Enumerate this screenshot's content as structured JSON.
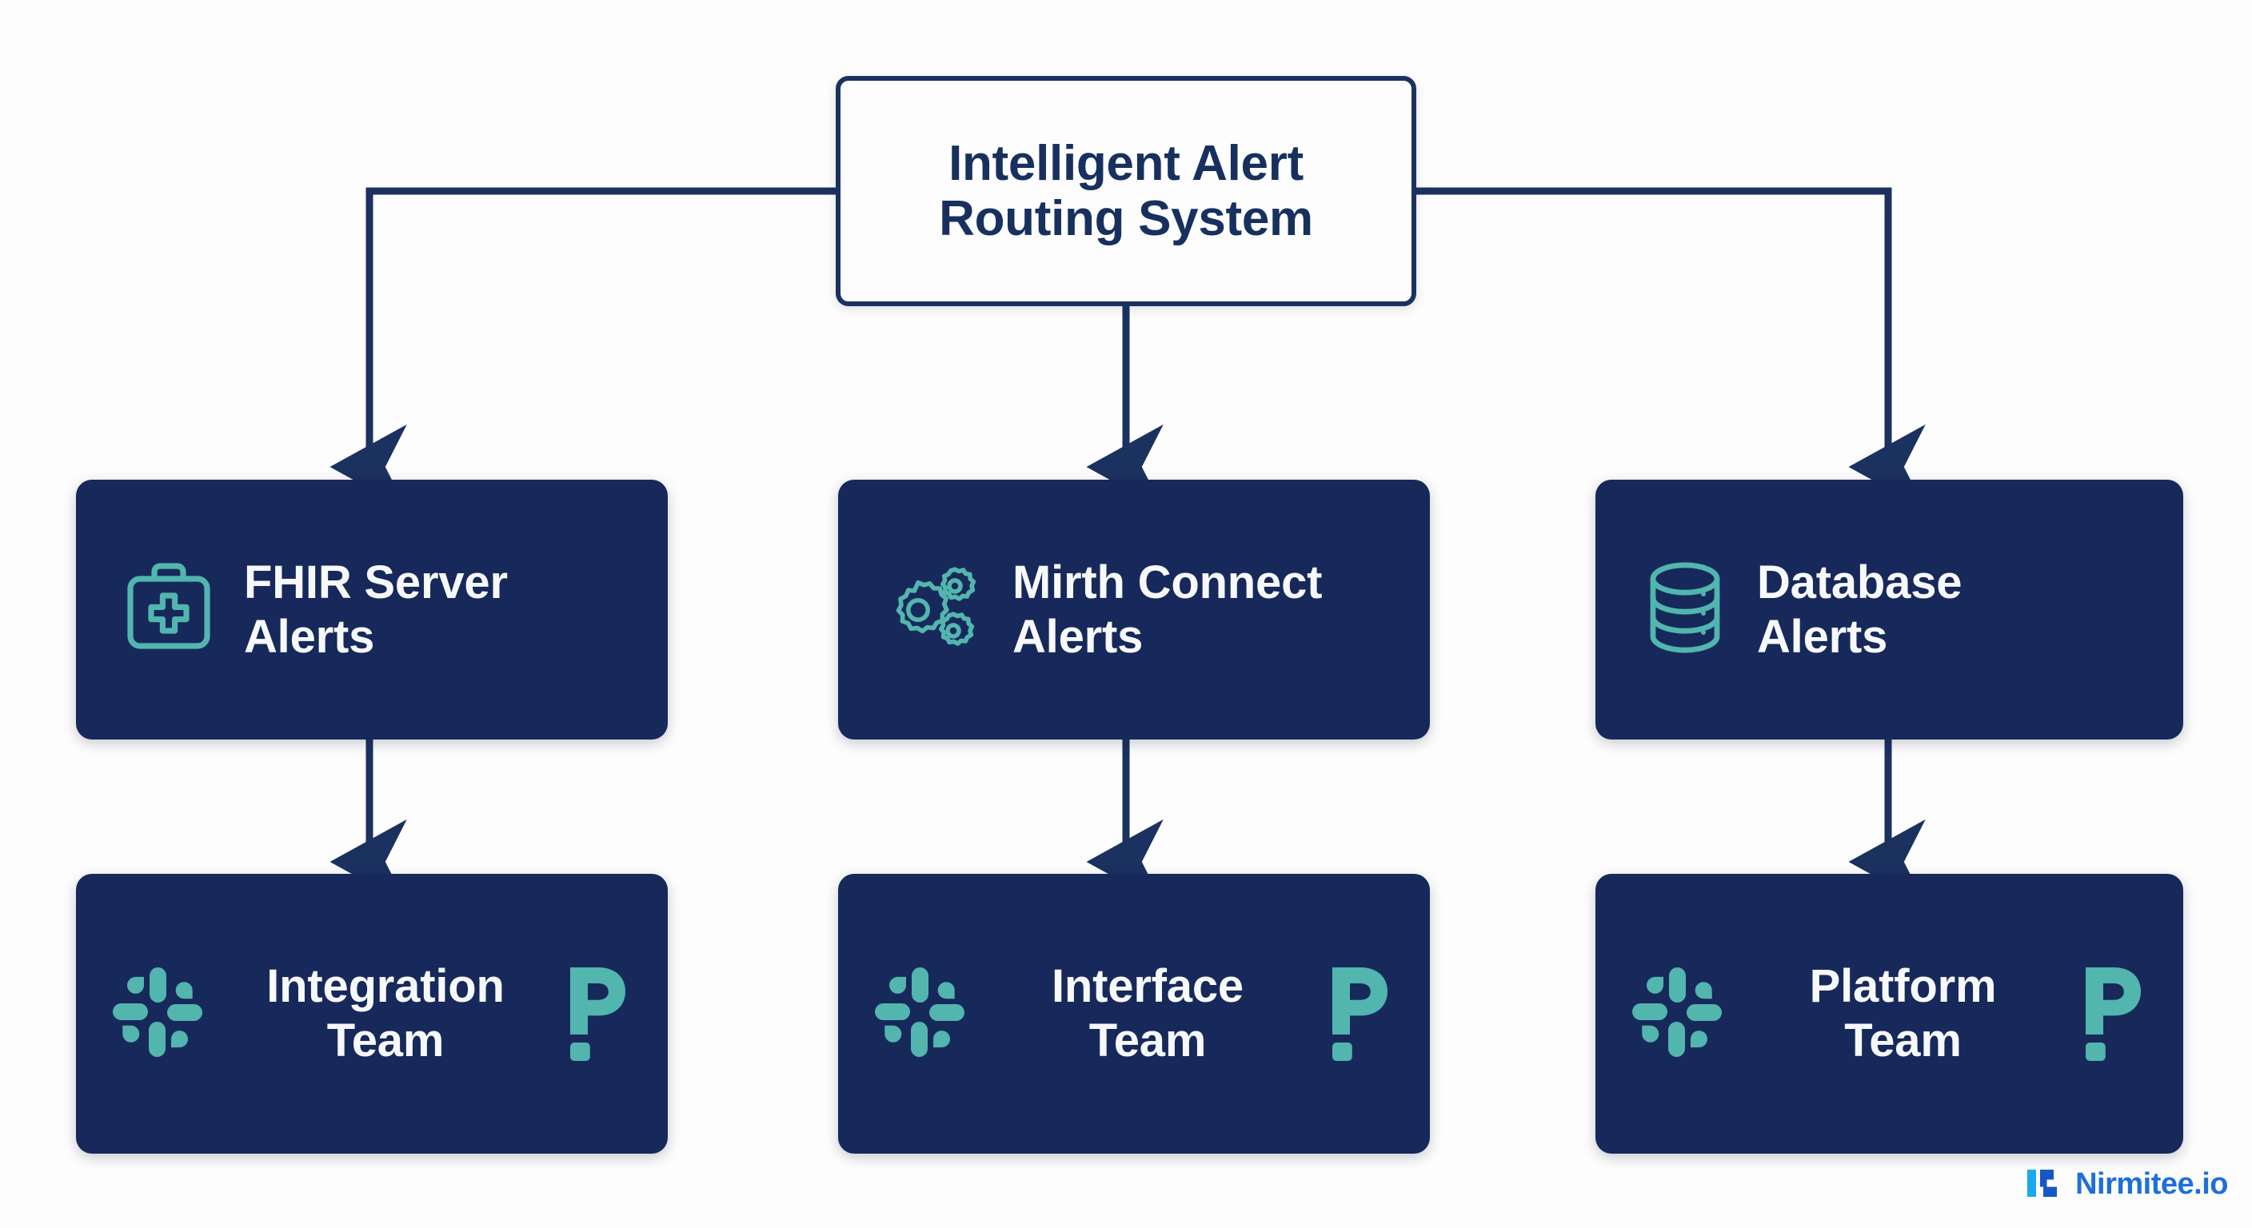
{
  "diagram": {
    "title": "Intelligent Alert Routing System",
    "root": {
      "label_line1": "Intelligent Alert",
      "label_line2": "Routing System",
      "name": "intelligent-alert-routing-system"
    },
    "colors": {
      "navy_fill": "#17295a",
      "navy_border": "#1b3160",
      "navy_text": "#17305e",
      "teal_icon": "#52b5ae",
      "card_text": "#f7f8fa",
      "background": "#fdfdfd",
      "watermark_blue": "#1e6fd9",
      "watermark_cyan": "#1aa9f0"
    },
    "sources": [
      {
        "label_line1": "FHIR Server",
        "label_line2": "Alerts",
        "icon": "medical-kit-icon",
        "column": 1
      },
      {
        "label_line1": "Mirth Connect",
        "label_line2": "Alerts",
        "icon": "gears-icon",
        "column": 2
      },
      {
        "label_line1": "Database",
        "label_line2": "Alerts",
        "icon": "database-icon",
        "column": 3
      }
    ],
    "teams": [
      {
        "label_line1": "Integration",
        "label_line2": "Team",
        "left_icon": "slack-icon",
        "right_icon": "pagerduty-icon",
        "column": 1
      },
      {
        "label_line1": "Interface",
        "label_line2": "Team",
        "left_icon": "slack-icon",
        "right_icon": "pagerduty-icon",
        "column": 2
      },
      {
        "label_line1": "Platform",
        "label_line2": "Team",
        "left_icon": "slack-icon",
        "right_icon": "pagerduty-icon",
        "column": 3
      }
    ],
    "watermark": {
      "text": "Nirmitee.io",
      "logo": "nirmitee-logo-icon"
    }
  }
}
